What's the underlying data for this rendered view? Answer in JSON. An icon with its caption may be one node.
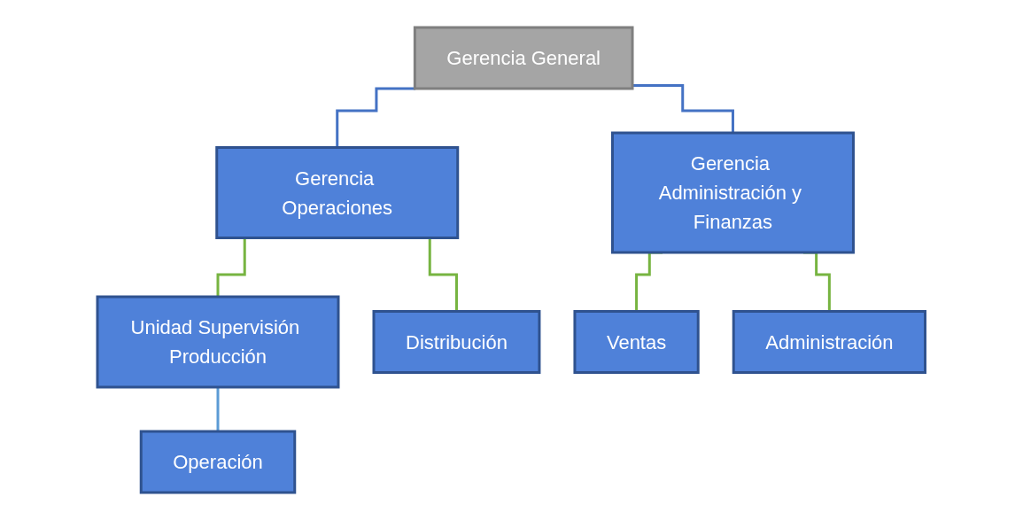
{
  "diagram": {
    "nodes": [
      {
        "text": [
          "Gerencia General"
        ]
      },
      {
        "text": [
          "Gerencia Operaciones"
        ]
      },
      {
        "text": [
          "Gerencia Administración y Finanzas"
        ]
      },
      {
        "text": [
          "Unidad Supervisión Producción"
        ]
      },
      {
        "text": [
          "Distribución"
        ]
      },
      {
        "text": [
          "Ventas"
        ]
      },
      {
        "text": [
          "Administración"
        ]
      },
      {
        "text": [
          "Operación"
        ]
      }
    ],
    "edges": [
      {
        "from": 0,
        "to": 1,
        "arrow": "none",
        "color": "#4472c4"
      },
      {
        "from": 0,
        "to": 2,
        "arrow": "none",
        "color": "#4472c4"
      },
      {
        "from": 1,
        "to": 3,
        "arrow": "none"
      },
      {
        "from": 1,
        "to": 4,
        "arrow": "none"
      },
      {
        "from": 2,
        "to": 5,
        "arrow": "none"
      },
      {
        "from": 2,
        "to": 6,
        "arrow": "none"
      },
      {
        "from": 3,
        "to": 7,
        "arrow": "none",
        "color": "#5b9bd5"
      }
    ]
  }
}
